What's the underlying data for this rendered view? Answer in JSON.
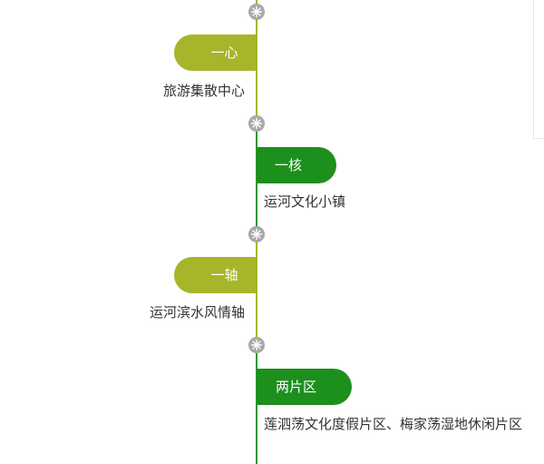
{
  "timeline": {
    "items": [
      {
        "label": "一心",
        "description": "旅游集散中心",
        "side": "left",
        "color": "#a6b52a"
      },
      {
        "label": "一核",
        "description": "运河文化小镇",
        "side": "right",
        "color": "#1d8f1d"
      },
      {
        "label": "一轴",
        "description": "运河滨水风情轴",
        "side": "left",
        "color": "#a6b52a"
      },
      {
        "label": "两片区",
        "description": "莲泗荡文化度假片区、梅家荡湿地休闲片区",
        "side": "right",
        "color": "#1d8f1d"
      }
    ],
    "node_color": "#a8a8a8",
    "node_icon": "starburst-icon"
  }
}
